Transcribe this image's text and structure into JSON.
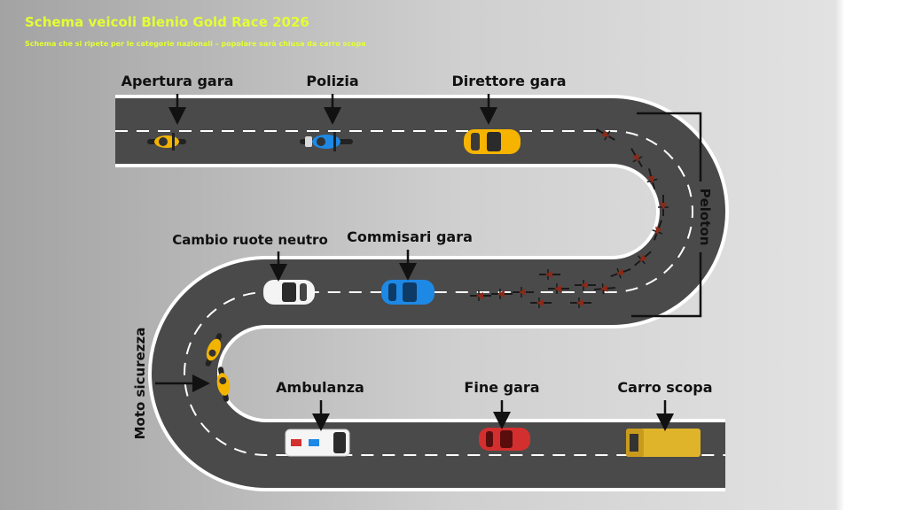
{
  "header": {
    "title": "Schema veicoli Blenio Gold Race 2026",
    "subtitle": "Schema che si ripete per le categorie nazionali – popolare sarà chiusa da carro scopa"
  },
  "colors": {
    "title": "#e4ff33",
    "road": "#4a4a4a",
    "road_edge": "#ffffff",
    "moto_yellow": "#f2b400",
    "police_blue": "#1e88e5",
    "director_car": "#f6b400",
    "commissari_car": "#1e88e5",
    "fine_gara_car": "#d32f2f",
    "carro_scopa": "#e0b42a",
    "peloton_arrow": "#8b2a1a"
  },
  "labels": {
    "apertura_gara": "Apertura gara",
    "polizia": "Polizia",
    "direttore_gara": "Direttore  gara",
    "peloton": "Peloton",
    "cambio_ruote": "Cambio ruote neutro",
    "commissari_gara": "Commisari gara",
    "moto_sicurezza": "Moto sicurezza",
    "ambulanza": "Ambulanza",
    "fine_gara": "Fine gara",
    "carro_scopa": "Carro scopa"
  },
  "icons": [
    "motorcycle-icon",
    "police-motorcycle-icon",
    "car-icon",
    "ambulance-icon",
    "truck-icon",
    "cyclist-icon"
  ]
}
